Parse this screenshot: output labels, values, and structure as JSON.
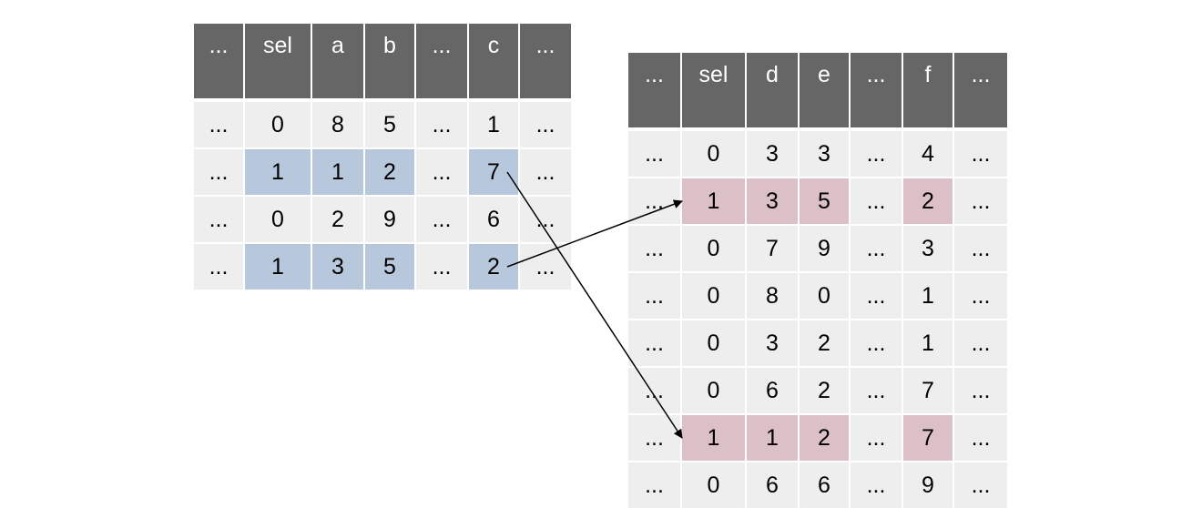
{
  "left_table": {
    "headers": [
      "...",
      "sel",
      "a",
      "b",
      "...",
      "c",
      "..."
    ],
    "rows": [
      [
        "...",
        "0",
        "8",
        "5",
        "...",
        "1",
        "..."
      ],
      [
        "...",
        "1",
        "1",
        "2",
        "...",
        "7",
        "..."
      ],
      [
        "...",
        "0",
        "2",
        "9",
        "...",
        "6",
        "..."
      ],
      [
        "...",
        "1",
        "3",
        "5",
        "...",
        "2",
        "..."
      ]
    ],
    "highlight_rows": [
      1,
      3
    ],
    "highlight_color": "#b8c8dc"
  },
  "right_table": {
    "headers": [
      "...",
      "sel",
      "d",
      "e",
      "...",
      "f",
      "..."
    ],
    "rows": [
      [
        "...",
        "0",
        "3",
        "3",
        "...",
        "4",
        "..."
      ],
      [
        "...",
        "1",
        "3",
        "5",
        "...",
        "2",
        "..."
      ],
      [
        "...",
        "0",
        "7",
        "9",
        "...",
        "3",
        "..."
      ],
      [
        "...",
        "0",
        "8",
        "0",
        "...",
        "1",
        "..."
      ],
      [
        "...",
        "0",
        "3",
        "2",
        "...",
        "1",
        "..."
      ],
      [
        "...",
        "0",
        "6",
        "2",
        "...",
        "7",
        "..."
      ],
      [
        "...",
        "1",
        "1",
        "2",
        "...",
        "7",
        "..."
      ],
      [
        "...",
        "0",
        "6",
        "6",
        "...",
        "9",
        "..."
      ]
    ],
    "highlight_rows": [
      1,
      6
    ],
    "highlight_color": "#dcc0c8"
  },
  "colors": {
    "header": "#666666",
    "cell": "#eeeeee",
    "arrow": "#000000"
  },
  "mappings": [
    {
      "from_row": 1,
      "to_row": 6
    },
    {
      "from_row": 3,
      "to_row": 1
    }
  ]
}
